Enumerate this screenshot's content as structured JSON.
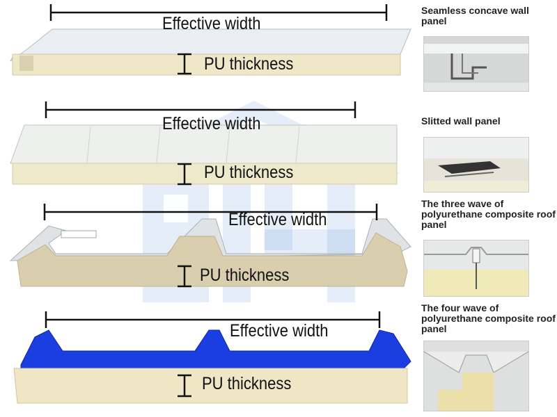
{
  "panels": [
    {
      "id": "seamless-concave",
      "width_label": "Effective width",
      "thickness_label": "PU thickness",
      "caption": "Seamless concave wall panel",
      "face_color": "#e9eef2",
      "core_color": "#eee8c8"
    },
    {
      "id": "slitted",
      "width_label": "Effective width",
      "thickness_label": "PU thickness",
      "caption": "Slitted wall panel",
      "face_color": "#eef0ee",
      "core_color": "#efe9cc"
    },
    {
      "id": "three-wave",
      "width_label": "Effective width",
      "thickness_label": "PU thickness",
      "caption": "The three wave of polyurethane composite roof panel",
      "face_color": "#dfe3e6",
      "core_color": "#d9cfae"
    },
    {
      "id": "four-wave",
      "width_label": "Effective width",
      "thickness_label": "PU thickness",
      "caption": "The four wave of polyurethane composite roof panel",
      "face_color": "#1a3ee0",
      "core_color": "#efe6c6"
    }
  ],
  "watermark": {
    "color": "#6f9bd6"
  }
}
